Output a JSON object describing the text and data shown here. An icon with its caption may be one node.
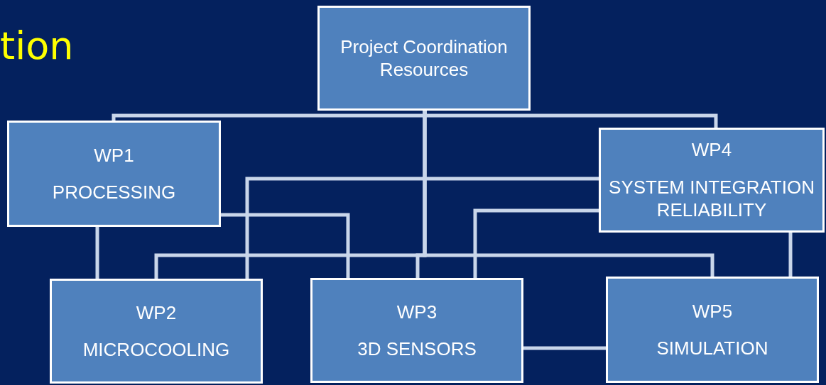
{
  "diagram": {
    "title": "tion",
    "nodes": [
      {
        "text": [
          "Project Coordination Resources"
        ]
      },
      {
        "text": [
          "WP1",
          "PROCESSING"
        ]
      },
      {
        "text": [
          "WP4",
          "SYSTEM INTEGRATION RELIABILITY"
        ]
      },
      {
        "text": [
          "WP2",
          "MICROCOOLING"
        ]
      },
      {
        "text": [
          "WP3",
          "3D SENSORS"
        ]
      },
      {
        "text": [
          "WP5",
          "SIMULATION"
        ]
      }
    ],
    "edges": [
      {
        "from": 0,
        "to": 1,
        "arrow": "none"
      },
      {
        "from": 0,
        "to": 2,
        "arrow": "none"
      },
      {
        "from": 0,
        "to": 4,
        "arrow": "none"
      },
      {
        "from": 0,
        "to": 3,
        "arrow": "none"
      },
      {
        "from": 0,
        "to": 5,
        "arrow": "none"
      },
      {
        "from": 1,
        "to": 3,
        "arrow": "none"
      },
      {
        "from": 1,
        "to": 4,
        "arrow": "none"
      },
      {
        "from": 2,
        "to": 3,
        "arrow": "none"
      },
      {
        "from": 2,
        "to": 4,
        "arrow": "none"
      },
      {
        "from": 2,
        "to": 5,
        "arrow": "none"
      },
      {
        "from": 4,
        "to": 5,
        "arrow": "none"
      }
    ]
  }
}
